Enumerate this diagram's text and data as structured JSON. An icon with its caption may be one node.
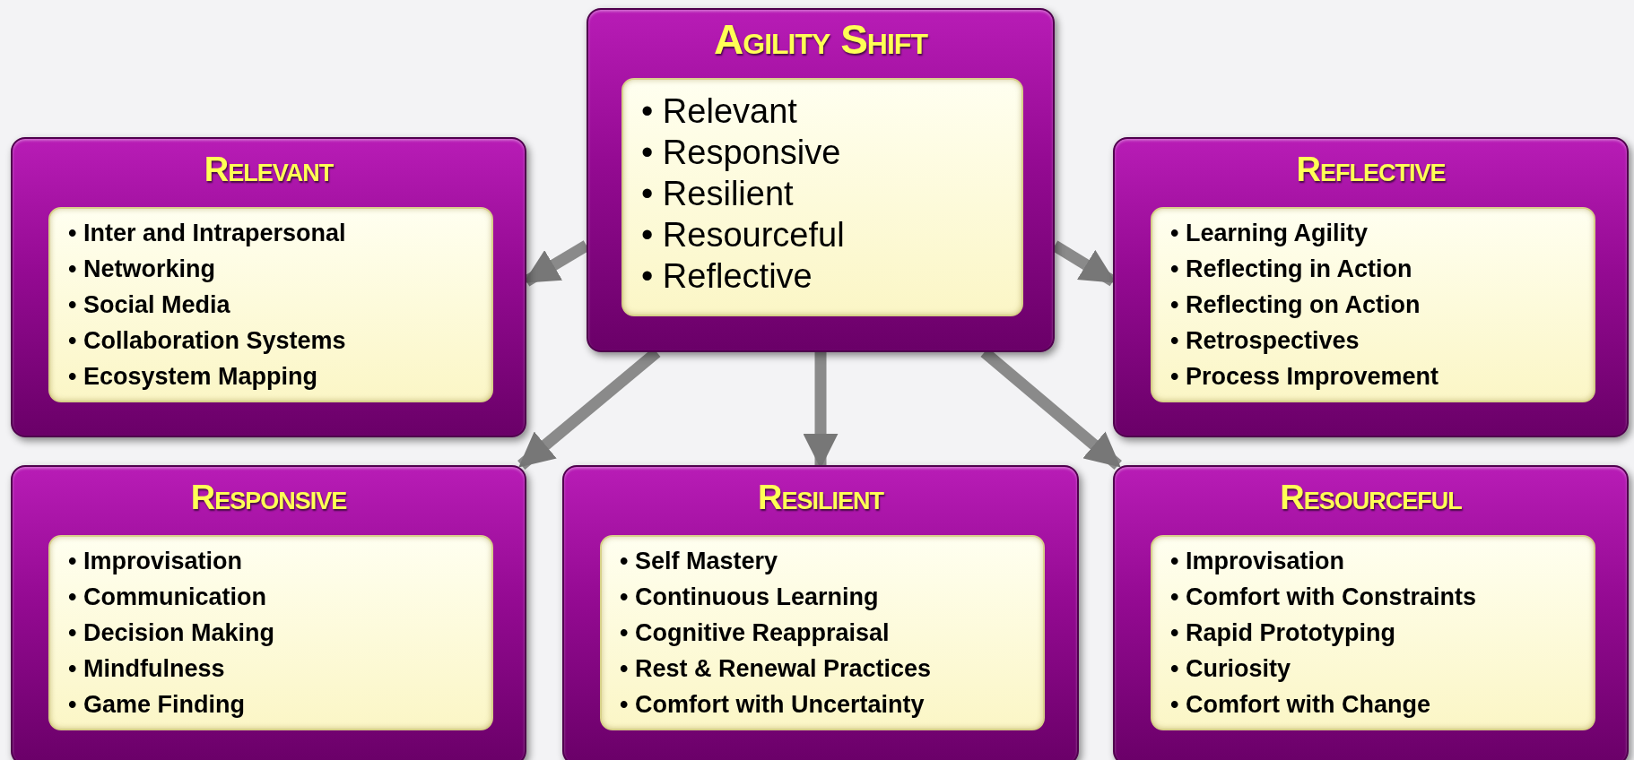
{
  "diagram": {
    "nodes": [
      {
        "text": [
          "Agility Shift",
          "• Relevant",
          "• Responsive",
          "• Resilient",
          "• Resourceful",
          "• Reflective"
        ]
      },
      {
        "text": [
          "Relevant",
          "• Inter and Intrapersonal",
          "• Networking",
          "• Social Media",
          "• Collaboration Systems",
          "• Ecosystem Mapping"
        ]
      },
      {
        "text": [
          "Reflective",
          "• Learning Agility",
          "• Reflecting in Action",
          "• Reflecting on Action",
          "• Retrospectives",
          "• Process Improvement"
        ]
      },
      {
        "text": [
          "Responsive",
          "• Improvisation",
          "• Communication",
          "• Decision Making",
          "• Mindfulness",
          "• Game Finding"
        ]
      },
      {
        "text": [
          "Resilient",
          "• Self Mastery",
          "• Continuous Learning",
          "• Cognitive Reappraisal",
          "• Rest & Renewal Practices",
          "• Comfort with Uncertainty"
        ]
      },
      {
        "text": [
          "Resourceful",
          "• Improvisation",
          "• Comfort with Constraints",
          "• Rapid Prototyping",
          "• Curiosity",
          "• Comfort with Change"
        ]
      }
    ],
    "edges": [
      {
        "from": 0,
        "to": 1,
        "arrow": "to"
      },
      {
        "from": 0,
        "to": 2,
        "arrow": "to"
      },
      {
        "from": 0,
        "to": 3,
        "arrow": "to"
      },
      {
        "from": 0,
        "to": 4,
        "arrow": "to"
      },
      {
        "from": 0,
        "to": 5,
        "arrow": "to"
      }
    ]
  }
}
